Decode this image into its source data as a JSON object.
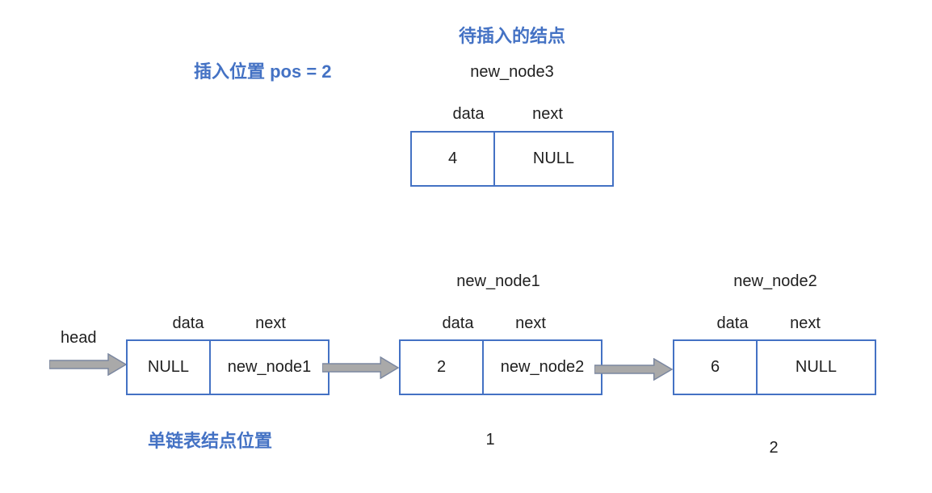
{
  "colors": {
    "accent_blue": "#4472C4",
    "box_border": "#4472C4",
    "text": "#1F1F1F",
    "arrow_fill": "#A9A9A9",
    "arrow_outline": "#7B87A0",
    "background": "#FFFFFF"
  },
  "pending_section": {
    "title": "待插入的结点",
    "insert_position_label": "插入位置 pos = 2",
    "node": {
      "name": "new_node3",
      "data_header": "data",
      "next_header": "next",
      "data_value": "4",
      "next_value": "NULL"
    }
  },
  "list_section": {
    "head_label": "head",
    "caption": "单链表结点位置",
    "nodes": [
      {
        "name": "",
        "data_header": "data",
        "next_header": "next",
        "data_value": "NULL",
        "next_value": "new_node1",
        "position_label": ""
      },
      {
        "name": "new_node1",
        "data_header": "data",
        "next_header": "next",
        "data_value": "2",
        "next_value": "new_node2",
        "position_label": "1"
      },
      {
        "name": "new_node2",
        "data_header": "data",
        "next_header": "next",
        "data_value": "6",
        "next_value": "NULL",
        "position_label": "2"
      }
    ]
  }
}
